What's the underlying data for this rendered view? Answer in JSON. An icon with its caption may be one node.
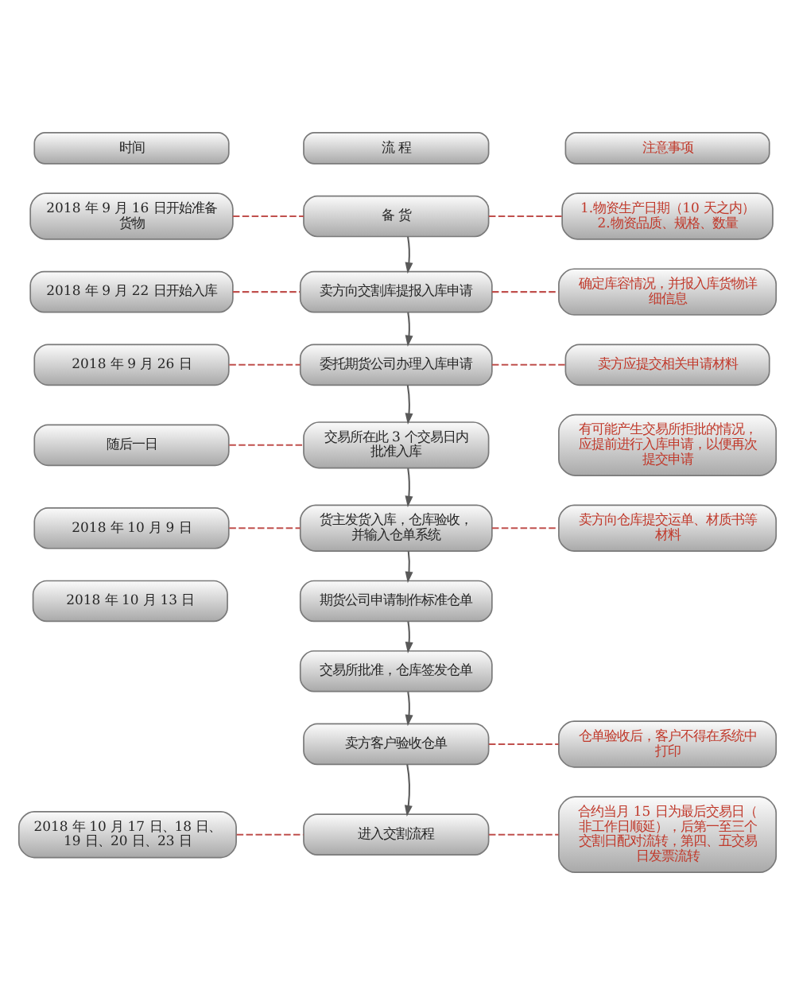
{
  "diagram": {
    "nodes": [
      {
        "text": [
          "时间"
        ]
      },
      {
        "text": [
          "流 程"
        ]
      },
      {
        "text": [
          "注意事项"
        ]
      },
      {
        "text": [
          "2018 年 9 月 16 日开始准备货物"
        ]
      },
      {
        "text": [
          "备 货"
        ]
      },
      {
        "text": [
          "1.物资生产日期（10 天之内）",
          "2.物资品质、规格、数量"
        ]
      },
      {
        "text": [
          "2018 年 9 月 22 日开始入库"
        ]
      },
      {
        "text": [
          "卖方向交割库提报入库申请"
        ]
      },
      {
        "text": [
          "确定库容情况，并报入库货物详细信息"
        ]
      },
      {
        "text": [
          "2018 年 9 月 26 日"
        ]
      },
      {
        "text": [
          "委托期货公司办理入库申请"
        ]
      },
      {
        "text": [
          "卖方应提交相关申请材料"
        ]
      },
      {
        "text": [
          "随后一日"
        ]
      },
      {
        "text": [
          "交易所在此 3 个交易日内批准入库"
        ]
      },
      {
        "text": [
          "有可能产生交易所拒批的情况，应提前进行入库申请，以便再次提交申请"
        ]
      },
      {
        "text": [
          "2018 年 10 月 9 日"
        ]
      },
      {
        "text": [
          "货主发货入库，仓库验收，并输入仓单系统"
        ]
      },
      {
        "text": [
          "卖方向仓库提交运单、材质书等材料"
        ]
      },
      {
        "text": [
          "2018 年 10 月 13 日"
        ]
      },
      {
        "text": [
          "期货公司申请制作标准仓单"
        ]
      },
      {
        "text": [
          "交易所批准，仓库签发仓单"
        ]
      },
      {
        "text": [
          "卖方客户验收仓单"
        ]
      },
      {
        "text": [
          "仓单验收后，客户不得在系统中打印"
        ]
      },
      {
        "text": [
          "2018 年 10 月 17 日、18 日、19 日、20 日、23 日"
        ]
      },
      {
        "text": [
          "进入交割流程"
        ]
      },
      {
        "text": [
          "合约当月 15 日为最后交易日（非工作日顺延），后第一至三个交割日配对流转，第四、五交易日发票流转"
        ]
      }
    ],
    "edges": [
      {
        "from": 3,
        "to": 4,
        "arrow": "none",
        "style": "dashed",
        "color": "#c0504d"
      },
      {
        "from": 4,
        "to": 5,
        "arrow": "none",
        "style": "dashed",
        "color": "#c0504d"
      },
      {
        "from": 4,
        "to": 7,
        "arrow": "to",
        "color": "#595959"
      },
      {
        "from": 6,
        "to": 7,
        "arrow": "none",
        "style": "dashed",
        "color": "#c0504d"
      },
      {
        "from": 7,
        "to": 8,
        "arrow": "none",
        "style": "dashed",
        "color": "#c0504d"
      },
      {
        "from": 7,
        "to": 10,
        "arrow": "to",
        "color": "#595959"
      },
      {
        "from": 9,
        "to": 10,
        "arrow": "none",
        "style": "dashed",
        "color": "#c0504d"
      },
      {
        "from": 10,
        "to": 11,
        "arrow": "none",
        "style": "dashed",
        "color": "#c0504d"
      },
      {
        "from": 10,
        "to": 13,
        "arrow": "to",
        "color": "#595959"
      },
      {
        "from": 12,
        "to": 13,
        "arrow": "none",
        "style": "dashed",
        "color": "#c0504d"
      },
      {
        "from": 13,
        "to": 16,
        "arrow": "to",
        "color": "#595959"
      },
      {
        "from": 15,
        "to": 16,
        "arrow": "none",
        "style": "dashed",
        "color": "#c0504d"
      },
      {
        "from": 16,
        "to": 17,
        "arrow": "none",
        "style": "dashed",
        "color": "#c0504d"
      },
      {
        "from": 16,
        "to": 19,
        "arrow": "to",
        "color": "#595959"
      },
      {
        "from": 19,
        "to": 20,
        "arrow": "to",
        "color": "#595959"
      },
      {
        "from": 20,
        "to": 21,
        "arrow": "to",
        "color": "#595959"
      },
      {
        "from": 21,
        "to": 22,
        "arrow": "none",
        "style": "dashed",
        "color": "#c0504d"
      },
      {
        "from": 21,
        "to": 24,
        "arrow": "to",
        "color": "#595959"
      },
      {
        "from": 23,
        "to": 24,
        "arrow": "none",
        "style": "dashed",
        "color": "#c0504d"
      },
      {
        "from": 24,
        "to": 25,
        "arrow": "none",
        "style": "dashed",
        "color": "#c0504d"
      }
    ]
  }
}
